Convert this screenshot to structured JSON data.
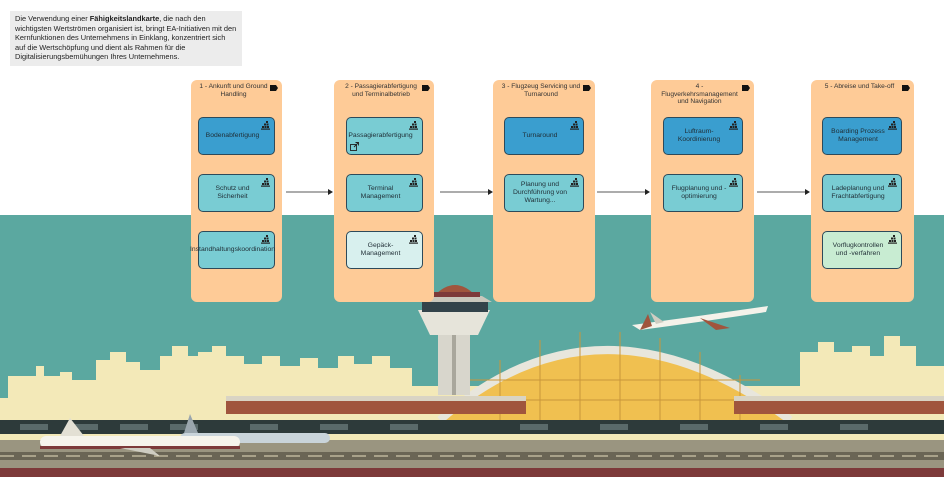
{
  "intro": {
    "before": "Die Verwendung einer ",
    "bold": "Fähigkeitslandkarte",
    "after": ", die nach den wichtigsten Wertströmen organisiert ist, bringt EA-Initiativen mit den Kernfunktionen des Unternehmens in Einklang, konzentriert sich auf die Wertschöpfung und dient als Rahmen für die Digitalisierungsbemühungen Ihres Unternehmens."
  },
  "colors": {
    "column": "#fecb97",
    "cap_blue": "#3a9ecf",
    "cap_teal": "#79ccd3",
    "cap_light": "#d8f0ee",
    "cap_green": "#c8ecd2",
    "sky_band": "#5ba8a0",
    "skyline": "#f3e9b8"
  },
  "columns": [
    {
      "title": "1 - Ankunft und Ground Handling",
      "capabilities": [
        {
          "label": "Bodenabfertigung",
          "style": "blue"
        },
        {
          "label": "Schutz und Sicherheit",
          "style": "teal"
        },
        {
          "label": "Instandhaltungskoordination",
          "style": "teal"
        }
      ]
    },
    {
      "title": "2 - Passagierabfertigung und Terminalbetrieb",
      "capabilities": [
        {
          "label": "Passagierabfertigung",
          "style": "teal",
          "external": true
        },
        {
          "label": "Terminal Management",
          "style": "teal"
        },
        {
          "label": "Gepäck-Management",
          "style": "light"
        }
      ]
    },
    {
      "title": "3 - Flugzeug Servicing und Turnaround",
      "capabilities": [
        {
          "label": "Turnaround",
          "style": "blue"
        },
        {
          "label": "Planung und Durchführung von Wartung...",
          "style": "teal"
        }
      ]
    },
    {
      "title": "4 - Flugverkehrsmanagement und Navigation",
      "capabilities": [
        {
          "label": "Luftraum-Koordinierung",
          "style": "blue"
        },
        {
          "label": "Flugplanung und -optimierung",
          "style": "teal"
        }
      ]
    },
    {
      "title": "5 - Abreise und Take-off",
      "capabilities": [
        {
          "label": "Boarding Prozess Management",
          "style": "blue"
        },
        {
          "label": "Ladeplanung und Frachtabfertigung",
          "style": "teal"
        },
        {
          "label": "Vorflugkontrollen und -verfahren",
          "style": "green"
        }
      ]
    }
  ]
}
